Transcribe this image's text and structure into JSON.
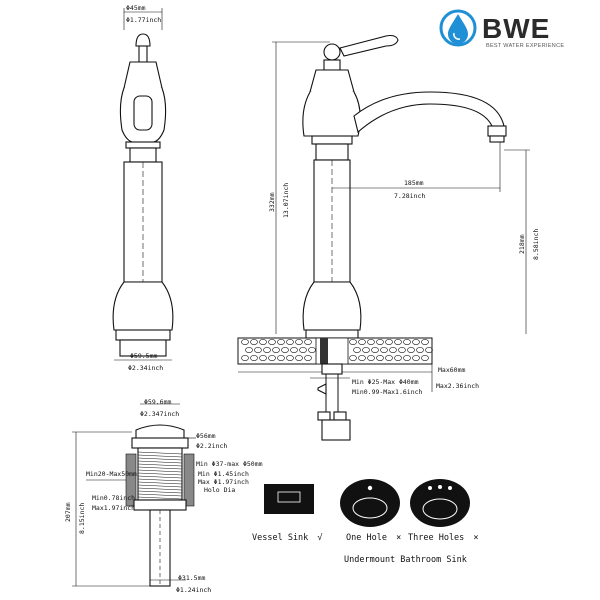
{
  "brand": {
    "name": "BWE",
    "tagline": "BEST WATER EXPERIENCE",
    "accent_color": "#1f8fd6",
    "logo_icon": "water-drop-icon"
  },
  "faucet_side_view": {
    "top_diameter_mm": "Φ45mm",
    "top_diameter_in": "Φ1.77inch",
    "base_diameter_mm": "Φ59.5mm",
    "base_diameter_in": "Φ2.34inch"
  },
  "faucet_front_view": {
    "total_height_mm": "332mm",
    "total_height_in": "13.07inch",
    "spout_reach_mm": "185mm",
    "spout_reach_in": "7.28inch",
    "spout_height_mm": "218mm",
    "spout_height_in": "8.58inch",
    "deck_thickness_max_mm": "Max60mm",
    "deck_thickness_max_in": "Max2.36inch",
    "hole_range_mm": "Min Φ25-Max Φ40mm",
    "hole_range_in": "Min0.99-Max1.6inch"
  },
  "drain": {
    "top_diameter_mm": "Φ59.6mm",
    "top_diameter_in": "Φ2.347inch",
    "body_diameter_mm": "Φ56mm",
    "body_diameter_in": "Φ2.2inch",
    "hole_dia_mm": "Min Φ37-max Φ50mm",
    "hole_dia_in_min": "Min Φ1.45inch",
    "hole_dia_in_max": "Max Φ1.97inch",
    "hole_dia_label": "Holo Dia",
    "thickness_mm": "Min20-Max50mm",
    "thickness_in_min": "Min0.78inch",
    "thickness_in_max": "Max1.97inch",
    "height_mm": "207mm",
    "height_in": "8.15inch",
    "tail_diameter_mm": "Φ31.5mm",
    "tail_diameter_in": "Φ1.24inch"
  },
  "sink_types": [
    {
      "label": "Vessel Sink",
      "mark": "√"
    },
    {
      "label": "One Hole",
      "mark": "×"
    },
    {
      "label": "Three Holes",
      "mark": "×"
    }
  ],
  "sink_caption": "Undermount Bathroom Sink"
}
